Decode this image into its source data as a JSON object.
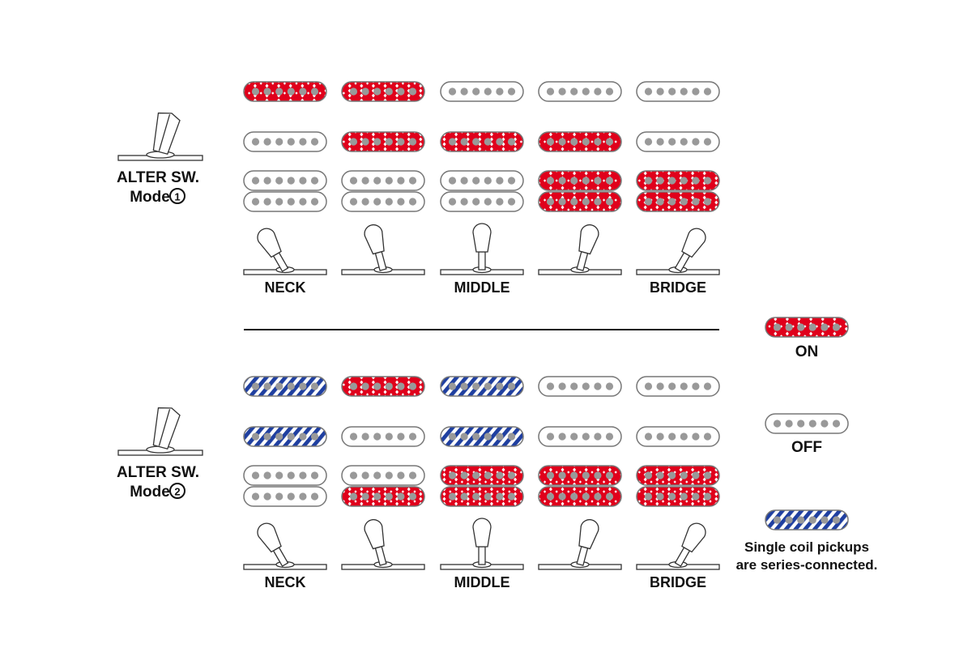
{
  "colors": {
    "on": "#e0001b",
    "series": "#1f3fa0",
    "outline": "#777777",
    "pole": "#999999"
  },
  "modes": [
    {
      "title": "ALTER SW.",
      "mode_label": "Mode",
      "mode_number": "1",
      "lever_angle_deg": -15,
      "position_labels": [
        "NECK",
        "",
        "MIDDLE",
        "",
        "BRIDGE"
      ],
      "neck": [
        "on",
        "on",
        "off",
        "off",
        "off"
      ],
      "middle": [
        "off",
        "on",
        "on",
        "on",
        "off"
      ],
      "bridge_top": [
        "off",
        "off",
        "off",
        "on",
        "on"
      ],
      "bridge_bottom": [
        "off",
        "off",
        "off",
        "on",
        "on"
      ]
    },
    {
      "title": "ALTER SW.",
      "mode_label": "Mode",
      "mode_number": "2",
      "lever_angle_deg": -15,
      "position_labels": [
        "NECK",
        "",
        "MIDDLE",
        "",
        "BRIDGE"
      ],
      "neck": [
        "series",
        "on",
        "series",
        "off",
        "off"
      ],
      "middle": [
        "series",
        "off",
        "series",
        "off",
        "off"
      ],
      "bridge_top": [
        "off",
        "off",
        "on",
        "on",
        "on"
      ],
      "bridge_bottom": [
        "off",
        "on",
        "on",
        "on",
        "on"
      ]
    }
  ],
  "selector_angles_deg": [
    -30,
    -15,
    0,
    15,
    30
  ],
  "legend": {
    "on_label": "ON",
    "off_label": "OFF",
    "series_line1": "Single coil pickups",
    "series_line2": "are series-connected."
  }
}
